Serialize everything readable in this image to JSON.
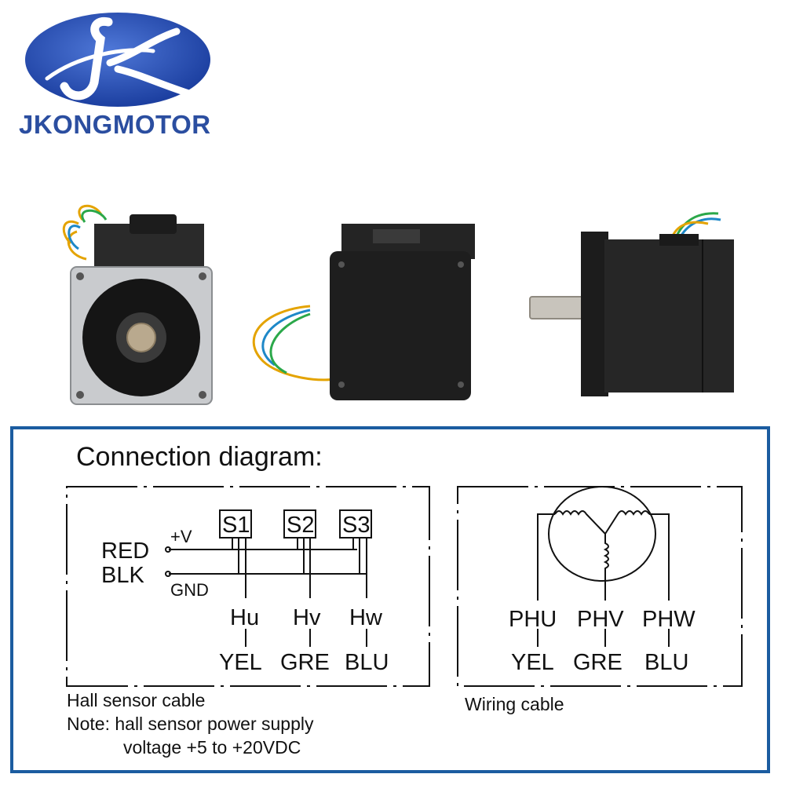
{
  "brand": {
    "name": "JKONGMOTOR",
    "logo_icon": "jk-swoosh-logo",
    "color": "#2b4ea0"
  },
  "photos": [
    {
      "name": "motor-front-view"
    },
    {
      "name": "motor-rear-view"
    },
    {
      "name": "motor-side-view"
    }
  ],
  "diagram": {
    "title": "Connection diagram:",
    "frame_color": "#1b5ca0",
    "hall": {
      "sensors": [
        "S1",
        "S2",
        "S3"
      ],
      "power_wires": [
        "RED",
        "BLK"
      ],
      "power_labels": [
        "+V",
        "GND"
      ],
      "signals": [
        "Hu",
        "Hv",
        "Hw"
      ],
      "colors": [
        "YEL",
        "GRE",
        "BLU"
      ],
      "caption": "Hall sensor cable",
      "note_line1": "Note: hall sensor power supply",
      "note_line2": "voltage +5 to +20VDC"
    },
    "winding": {
      "phases": [
        "PHU",
        "PHV",
        "PHW"
      ],
      "colors": [
        "YEL",
        "GRE",
        "BLU"
      ],
      "caption": "Wiring cable"
    }
  }
}
